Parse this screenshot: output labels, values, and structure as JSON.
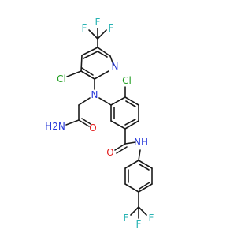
{
  "colors": {
    "bond": "#1a1a1a",
    "carbon_label": "#1a1a1a",
    "fluorine": "#27b3b3",
    "chlorine": "#1f9e1f",
    "nitrogen": "#2637d9",
    "oxygen": "#e21b1b"
  },
  "atoms": {
    "f_top_left": "F",
    "f_top_mid": "F",
    "f_top_right": "F",
    "cl_pyridine": "Cl",
    "n_pyridine": "N",
    "n_amine": "N",
    "h2n_amide": "H2N",
    "o_amide": "O",
    "cl_benzene": "Cl",
    "o_benzamide": "O",
    "nh_benzamide": "NH",
    "f_bottom_left": "F",
    "f_bottom_mid": "F",
    "f_bottom_right": "F"
  }
}
